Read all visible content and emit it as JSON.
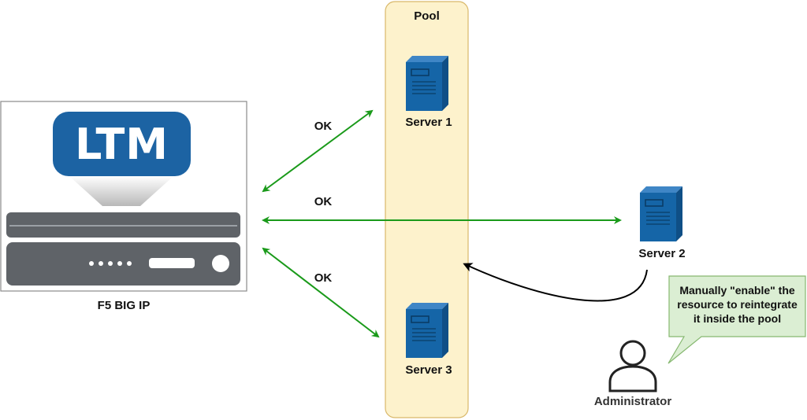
{
  "f5": {
    "badge": "LTM",
    "caption": "F5 BIG IP"
  },
  "pool": {
    "title": "Pool",
    "server1": "Server 1",
    "server3": "Server 3"
  },
  "server2": {
    "label": "Server 2"
  },
  "links": {
    "top": "OK",
    "middle": "OK",
    "bottom": "OK"
  },
  "admin": {
    "label": "Administrator",
    "callout": [
      "Manually \"enable\" the",
      "resource to reintegrate",
      "it inside the pool"
    ]
  },
  "colors": {
    "arrow_green": "#1a9a1a",
    "pool_fill": "#fdf2cc",
    "pool_border": "#d9b86a",
    "server_blue": "#1565a7",
    "ltm_blue": "#1c63a3",
    "callout_fill": "#dbeed3",
    "callout_border": "#86b870",
    "device_gray": "#5f6368"
  }
}
